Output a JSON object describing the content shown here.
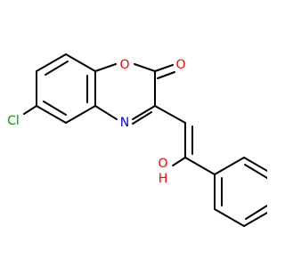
{
  "molecule": {
    "atoms": {
      "O1": {
        "text": "O",
        "color": "#ff0000"
      },
      "O2": {
        "text": "O",
        "color": "#ff0000"
      },
      "N": {
        "text": "N",
        "color": "#0000ff"
      },
      "Cl": {
        "text": "Cl",
        "color": "#00a000"
      },
      "H": {
        "text": "H",
        "color": "#ff0000"
      },
      "O3": {
        "text": "O",
        "color": "#ff0000"
      }
    }
  }
}
